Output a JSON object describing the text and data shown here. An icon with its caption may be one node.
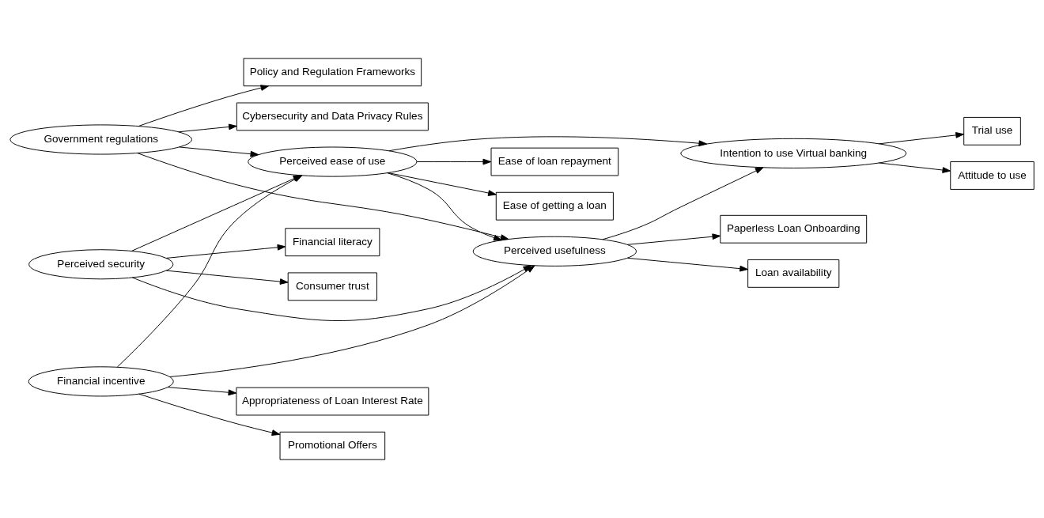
{
  "diagram": {
    "nodes": [
      {
        "text": [
          "Policy and Regulation Frameworks"
        ]
      },
      {
        "text": [
          "Cybersecurity and Data Privacy Rules"
        ]
      },
      {
        "text": [
          "Government regulations"
        ]
      },
      {
        "text": [
          "Consumer trust"
        ]
      },
      {
        "text": [
          "Financial literacy"
        ]
      },
      {
        "text": [
          "Perceived security"
        ]
      },
      {
        "text": [
          "Appropriateness of Loan Interest Rate"
        ]
      },
      {
        "text": [
          "Promotional Offers"
        ]
      },
      {
        "text": [
          "Financial incentive"
        ]
      },
      {
        "text": [
          "Paperless Loan Onboarding"
        ]
      },
      {
        "text": [
          "Loan availability"
        ]
      },
      {
        "text": [
          "Perceived usefulness"
        ]
      },
      {
        "text": [
          "Perceived ease of use"
        ]
      },
      {
        "text": [
          "Ease of loan repayment"
        ]
      },
      {
        "text": [
          "Ease of getting a loan"
        ]
      },
      {
        "text": [
          "Intention to use Virtual banking"
        ]
      },
      {
        "text": [
          "Trial use"
        ]
      },
      {
        "text": [
          "Attitude to use"
        ]
      }
    ],
    "edges": [
      {
        "from": 2,
        "to": 0,
        "arrow": "to"
      },
      {
        "from": 2,
        "to": 1,
        "arrow": "to"
      },
      {
        "from": 5,
        "to": 3,
        "arrow": "to"
      },
      {
        "from": 5,
        "to": 4,
        "arrow": "to"
      },
      {
        "from": 8,
        "to": 6,
        "arrow": "to"
      },
      {
        "from": 8,
        "to": 7,
        "arrow": "to"
      },
      {
        "from": 2,
        "to": 11,
        "arrow": "to"
      },
      {
        "from": 2,
        "to": 12,
        "arrow": "to"
      },
      {
        "from": 5,
        "to": 11,
        "arrow": "to"
      },
      {
        "from": 5,
        "to": 12,
        "arrow": "to"
      },
      {
        "from": 8,
        "to": 11,
        "arrow": "to"
      },
      {
        "from": 8,
        "to": 12,
        "arrow": "to"
      },
      {
        "from": 11,
        "to": 9,
        "arrow": "to"
      },
      {
        "from": 11,
        "to": 10,
        "arrow": "to"
      },
      {
        "from": 12,
        "to": 11,
        "arrow": "to"
      },
      {
        "from": 12,
        "to": 13,
        "arrow": "to"
      },
      {
        "from": 12,
        "to": 14,
        "arrow": "to"
      },
      {
        "from": 11,
        "to": 15,
        "arrow": "to"
      },
      {
        "from": 12,
        "to": 15,
        "arrow": "to"
      },
      {
        "from": 15,
        "to": 16,
        "arrow": "to"
      },
      {
        "from": 15,
        "to": 17,
        "arrow": "to"
      }
    ]
  }
}
